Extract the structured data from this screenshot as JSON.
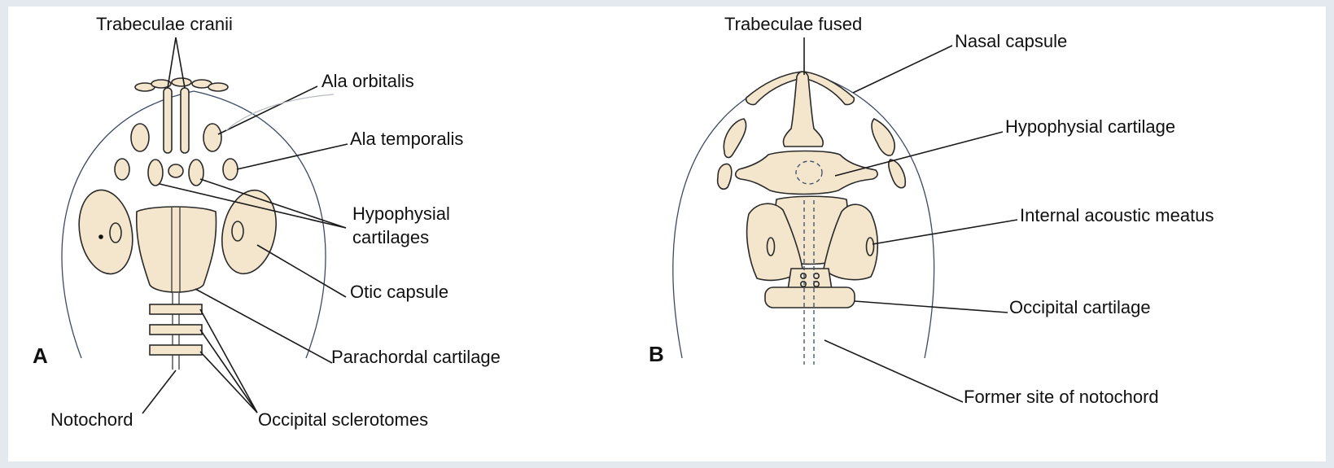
{
  "panel_a": {
    "letter": "A",
    "labels": {
      "trabeculae_cranii": "Trabeculae cranii",
      "ala_orbitalis": "Ala orbitalis",
      "ala_temporalis": "Ala temporalis",
      "hypophysial_cartilages_line1": "Hypophysial",
      "hypophysial_cartilages_line2": "cartilages",
      "otic_capsule": "Otic capsule",
      "parachordal_cartilage": "Parachordal cartilage",
      "notochord": "Notochord",
      "occipital_sclerotomes": "Occipital sclerotomes"
    }
  },
  "panel_b": {
    "letter": "B",
    "labels": {
      "trabeculae_fused": "Trabeculae fused",
      "nasal_capsule": "Nasal capsule",
      "hypophysial_cartilage": "Hypophysial cartilage",
      "internal_acoustic_meatus": "Internal acoustic meatus",
      "occipital_cartilage": "Occipital cartilage",
      "former_site_of_notochord": "Former site of notochord"
    }
  },
  "colors": {
    "cartilage_fill": "#f3e6cc",
    "head_outline": "#3b4a66",
    "ink": "#111111",
    "page_background": "#e4e9f0"
  }
}
